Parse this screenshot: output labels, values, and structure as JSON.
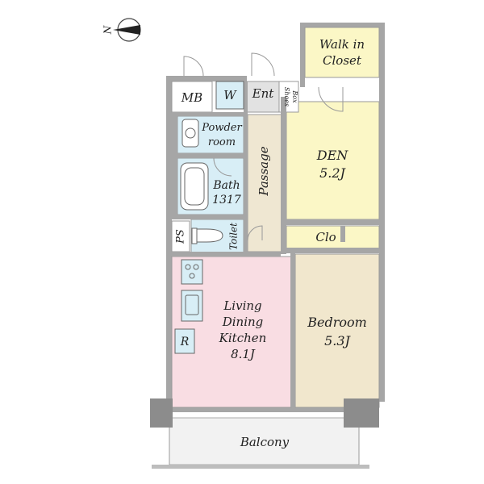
{
  "compass": {
    "letter": "N"
  },
  "rooms": {
    "walk_in_closet": {
      "line1": "Walk in",
      "line2": "Closet"
    },
    "mb": {
      "label": "MB"
    },
    "w": {
      "label": "W"
    },
    "ent": {
      "label": "Ent"
    },
    "shoes_box": {
      "line1": "Shoes",
      "line2": "Box"
    },
    "powder_room": {
      "line1": "Powder",
      "line2": "room"
    },
    "den": {
      "name": "DEN",
      "size": "5.2J"
    },
    "bath": {
      "name": "Bath",
      "size": "1317"
    },
    "passage": {
      "label": "Passage"
    },
    "ps": {
      "label": "PS"
    },
    "toilet": {
      "label": "Toilet"
    },
    "clo": {
      "label": "Clo"
    },
    "ldk": {
      "line1": "Living",
      "line2": "Dining",
      "line3": "Kitchen",
      "size": "8.1J"
    },
    "bedroom": {
      "name": "Bedroom",
      "size": "5.3J"
    },
    "refrigerator": {
      "label": "R"
    },
    "balcony": {
      "label": "Balcony"
    }
  },
  "colors": {
    "ldk": "#f9dde3",
    "den": "#fbf7c6",
    "walk_in_closet": "#fbf7c6",
    "clo": "#fbf7c6",
    "bedroom": "#f1e7cd",
    "wet_area": "#d8eef6",
    "passage": "#efe7d2",
    "entrance": "#e2e2e2",
    "wall": "#a6a6a6",
    "balcony": "#f2f2f2"
  }
}
